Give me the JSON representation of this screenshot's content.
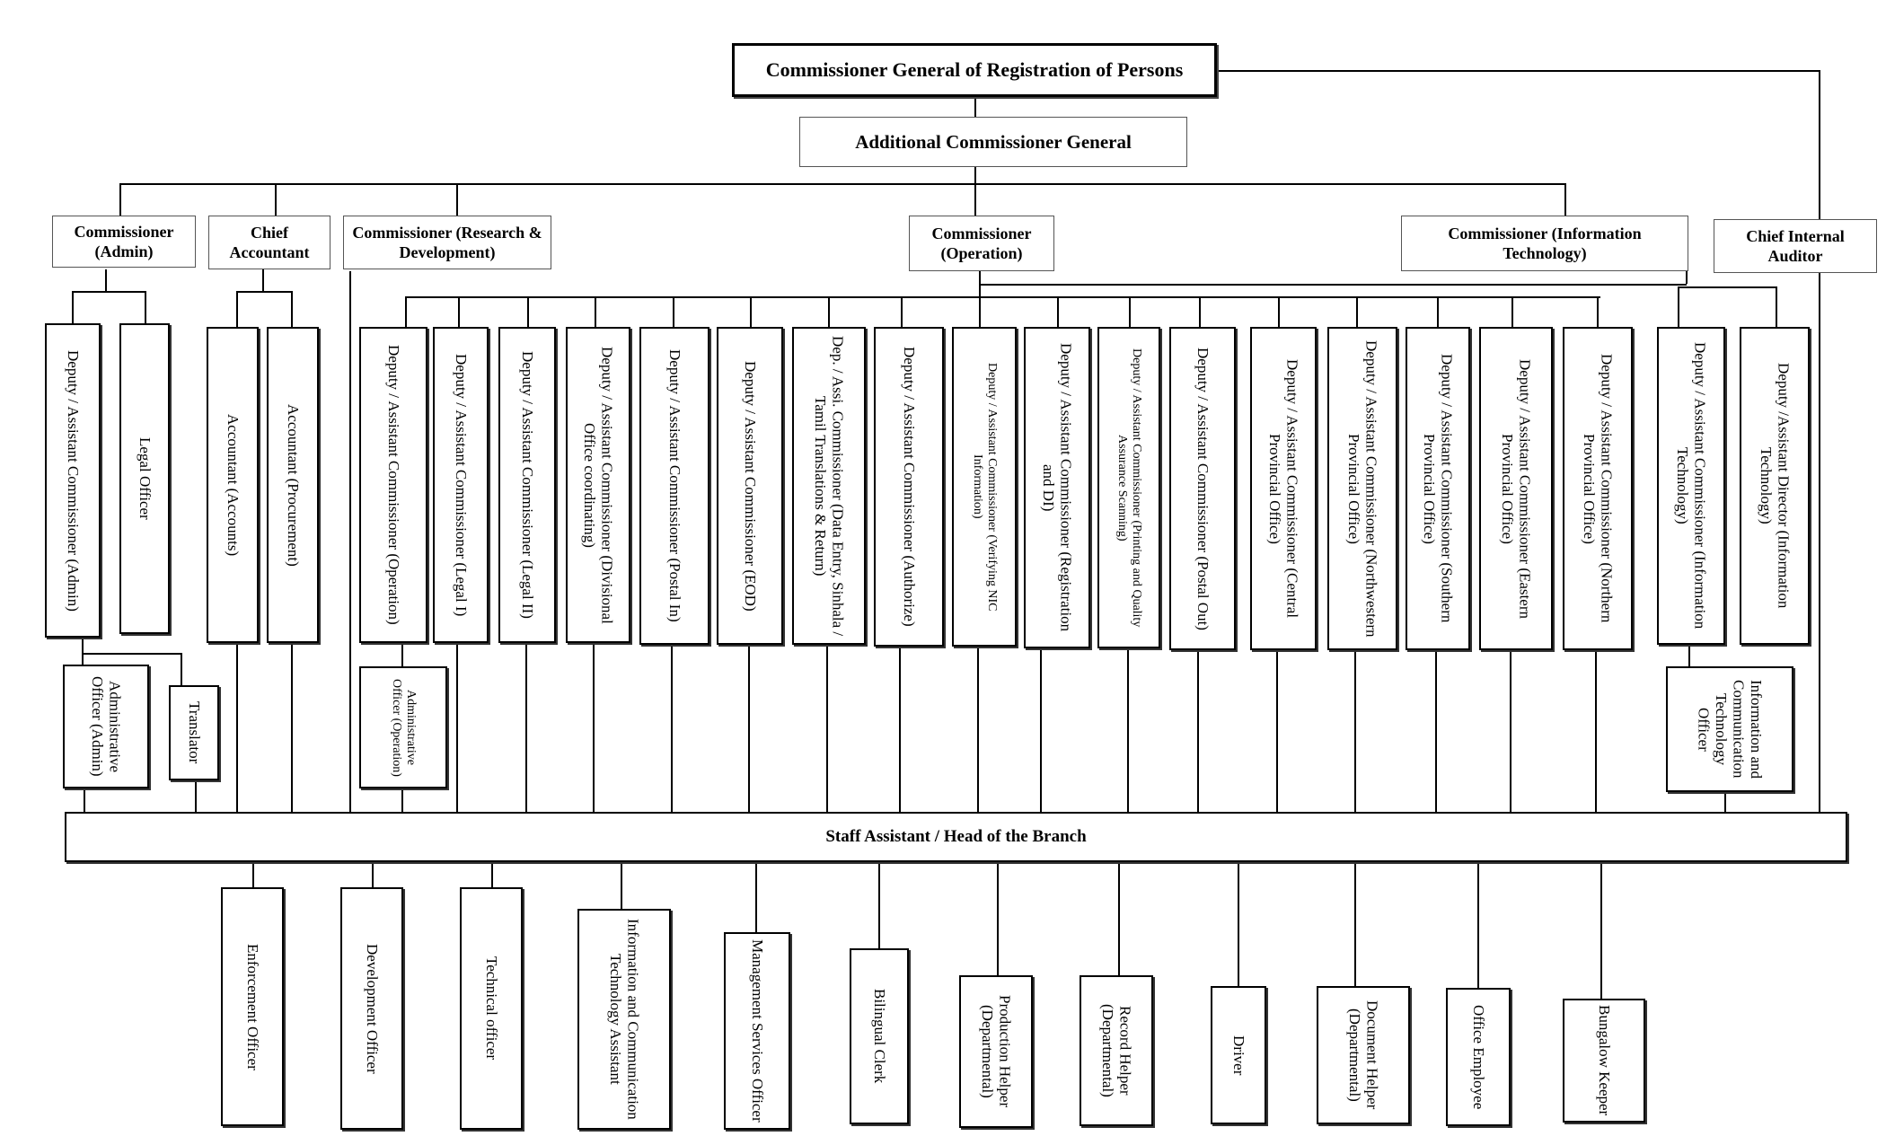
{
  "top": {
    "commissioner_general": "Commissioner General of Registration of Persons",
    "additional_commissioner_general": "Additional Commissioner General"
  },
  "commissioners": {
    "admin": "Commissioner (Admin)",
    "chief_accountant": "Chief Accountant",
    "research": "Commissioner (Research & Development)",
    "operation": "Commissioner (Operation)",
    "it": "Commissioner (Information Technology)",
    "auditor": "Chief Internal Auditor"
  },
  "admin_branch": {
    "deputy": "Deputy / Assistant Commissioner (Admin)",
    "legal_officer": "Legal Officer",
    "admin_officer": "Administrative Officer (Admin)",
    "translator": "Translator"
  },
  "accounts_branch": {
    "accounts": "Accountant (Accounts)",
    "procurement": "Accountant (Procurement)"
  },
  "operation_branch": {
    "op": "Deputy / Assistant Commissioner (Operation)",
    "legal1": "Deputy / Assistant Commissioner (Legal I)",
    "legal2": "Deputy / Assistant Commissioner (Legal II)",
    "divisional": "Deputy / Assistant Commissioner (Divisional Office coordinating)",
    "postal_in": "Deputy / Assistant Commissioner (Postal In)",
    "eod": "Deputy / Assistant Commissioner (EOD)",
    "data_entry": "Dep. / Assi. Commissioner (Data Entry, Sinhala / Tamil Translations & Return)",
    "authorize": "Deputy / Assistant Commissioner (Authorize)",
    "verifying": "Deputy / Assistant Commissioner (Verifying NIC Information)",
    "registration": "Deputy / Assistant Commissioner (Registration and DI)",
    "printing": "Deputy / Assistant Commissioner (Printing and Quality Assurance Scanning)",
    "postal_out": "Deputy / Assistant Commissioner (Postal Out)",
    "central": "Deputy / Assistant Commissioner (Central Provincial Office)",
    "northwestern": "Deputy / Assistant Commissioner (Northwestern Provincial Office)",
    "southern": "Deputy / Assistant Commissioner (Southern Provincial Office)",
    "eastern": "Deputy / Assistant Commissioner (Eastern Provincial Office)",
    "northern": "Deputy / Assistant Commissioner (Northern Provincial Office)",
    "admin_officer_op": "Administrative Officer (Operation)"
  },
  "it_branch": {
    "deputy_commissioner": "Deputy / Assistant Commissioner (Information Technology)",
    "deputy_director": "Deputy /Assistant Director (Information Technology)",
    "ict_officer": "Information and Communication Technology Officer"
  },
  "staff": "Staff Assistant / Head of the Branch",
  "bottom": {
    "enforcement": "Enforcement Officer",
    "development": "Development Officer",
    "technical": "Technical officer",
    "ict_assistant": "Information and Communication Technology Assistant",
    "management": "Management Services Officer",
    "bilingual": "Bilingual Clerk",
    "production": "Production Helper (Departmental)",
    "record": "Record Helper (Departmental)",
    "driver": "Driver",
    "document": "Document Helper (Departmental)",
    "office_employee": "Office Employee",
    "bungalow": "Bungalow Keeper"
  }
}
